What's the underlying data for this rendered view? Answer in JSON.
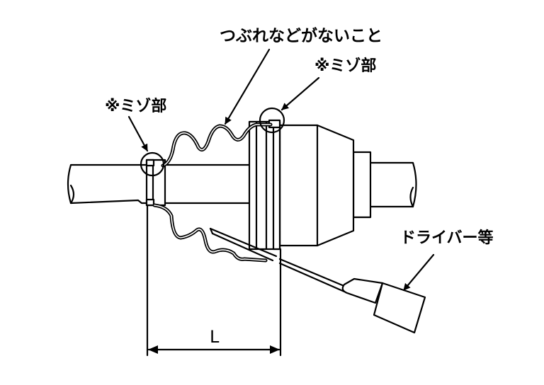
{
  "labels": {
    "no_crush": "つぶれなどがないこと",
    "groove_right": "※ミゾ部",
    "groove_left": "※ミゾ部",
    "driver": "ドライバー等",
    "dimension": "L"
  },
  "colors": {
    "ink": "#000000",
    "background": "#ffffff"
  }
}
